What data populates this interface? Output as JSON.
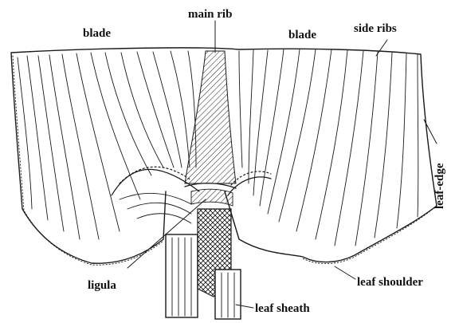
{
  "labels": {
    "blade_left": "blade",
    "main_rib": "main rib",
    "blade_right": "blade",
    "side_ribs": "side ribs",
    "leaf_edge": "leaf-edge",
    "ligula": "ligula",
    "leaf_shoulder": "leaf shoulder",
    "leaf_sheath": "leaf sheath"
  },
  "colors": {
    "ink": "#1a1a1a",
    "background": "#ffffff"
  }
}
